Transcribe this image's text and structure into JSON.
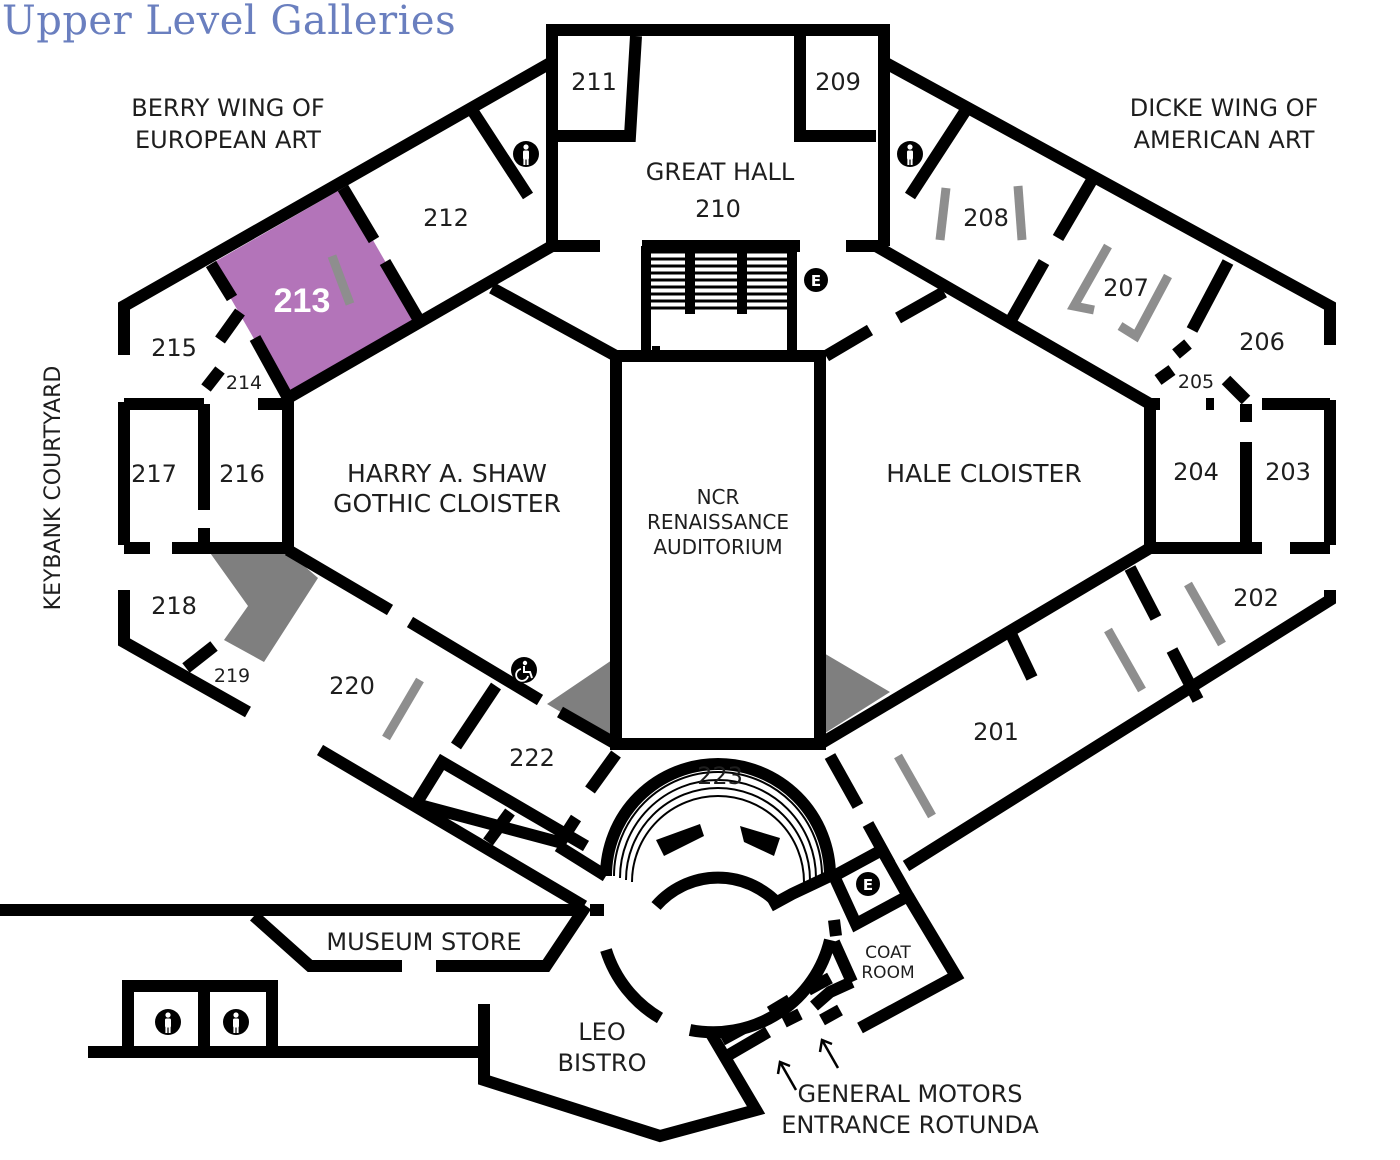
{
  "title": "Upper Level Galleries",
  "wings": {
    "berry_line1": "BERRY WING OF",
    "berry_line2": "EUROPEAN ART",
    "dicke_line1": "DICKE WING OF",
    "dicke_line2": "AMERICAN ART"
  },
  "courtyard": "KEYBANK COURTYARD",
  "highlighted_room": "213",
  "colors": {
    "title": "#6a7fbf",
    "highlight": "#b374b9",
    "wall": "#000000",
    "ramp": "#7f7f7f",
    "case": "#8e8e8e"
  },
  "rooms": {
    "r201": "201",
    "r202": "202",
    "r203": "203",
    "r204": "204",
    "r205": "205",
    "r206": "206",
    "r207": "207",
    "r208": "208",
    "r209": "209",
    "r210": "210",
    "r211": "211",
    "r212": "212",
    "r213": "213",
    "r214": "214",
    "r215": "215",
    "r216": "216",
    "r217": "217",
    "r218": "218",
    "r219": "219",
    "r220": "220",
    "r222": "222",
    "r223": "223"
  },
  "spaces": {
    "great_hall": "GREAT HALL",
    "shaw_line1": "HARRY A. SHAW",
    "shaw_line2": "GOTHIC CLOISTER",
    "ncr_line1": "NCR",
    "ncr_line2": "RENAISSANCE",
    "ncr_line3": "AUDITORIUM",
    "hale": "HALE CLOISTER",
    "museum_store": "MUSEUM STORE",
    "coat_line1": "COAT",
    "coat_line2": "ROOM",
    "leo_line1": "LEO",
    "leo_line2": "BISTRO",
    "entrance_line1": "GENERAL MOTORS",
    "entrance_line2": "ENTRANCE ROTUNDA"
  },
  "icons": {
    "restroom_women": "restroom-women-icon",
    "restroom_men": "restroom-men-icon",
    "elevator": "E",
    "accessible": "wheelchair-icon"
  }
}
